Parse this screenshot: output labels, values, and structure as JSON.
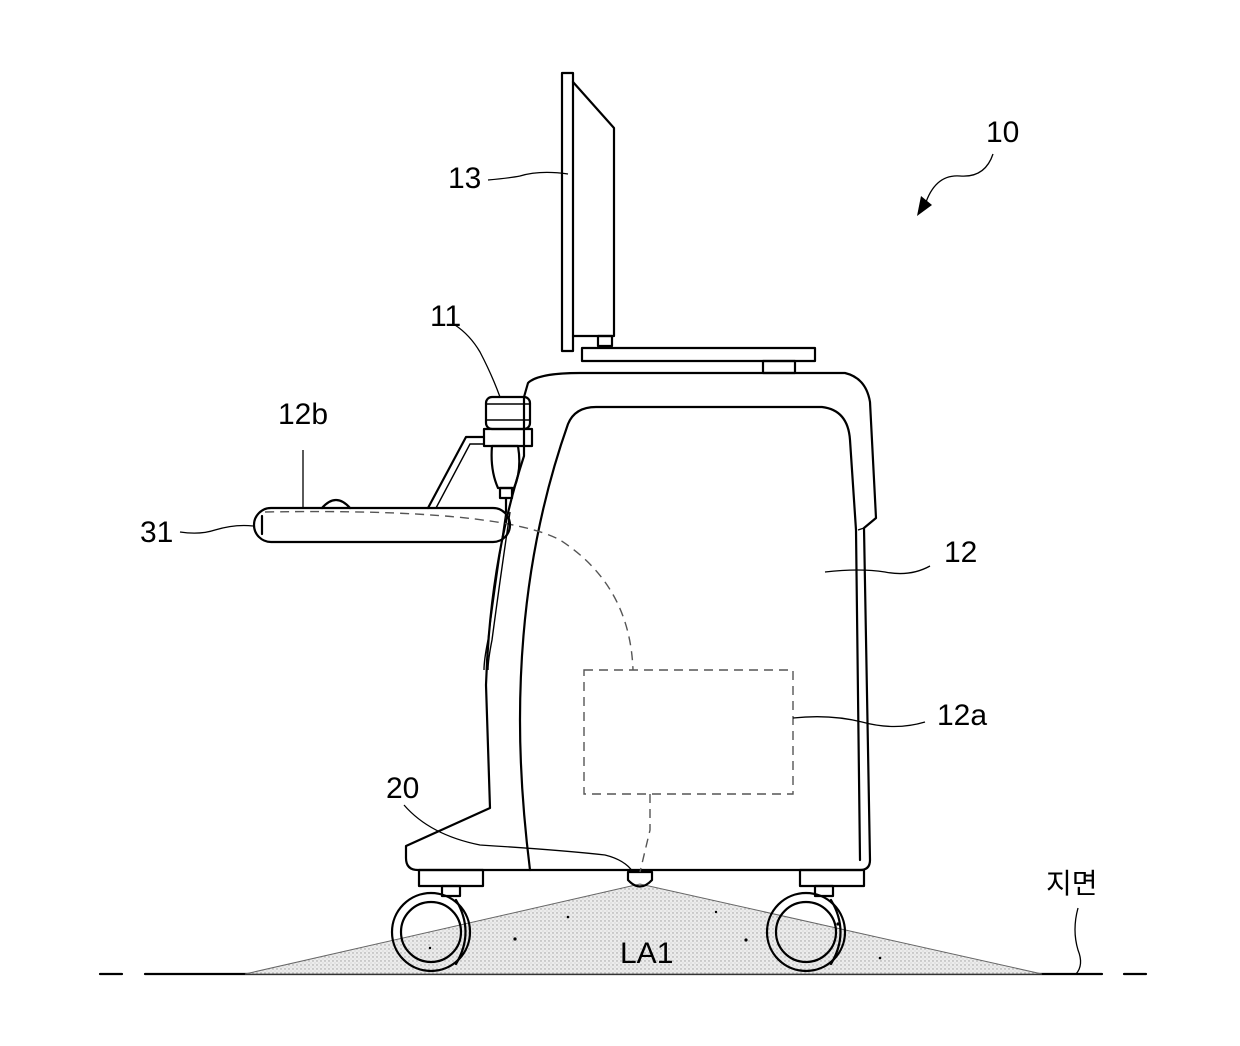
{
  "labels": {
    "device": "10",
    "display": "13",
    "probe": "11",
    "arm": "12b",
    "tip": "31",
    "body": "12",
    "module": "12a",
    "sensor": "20",
    "area": "LA1",
    "ground": "지면"
  },
  "colors": {
    "line": "#000000",
    "area_fill": "#d9d9d9"
  }
}
